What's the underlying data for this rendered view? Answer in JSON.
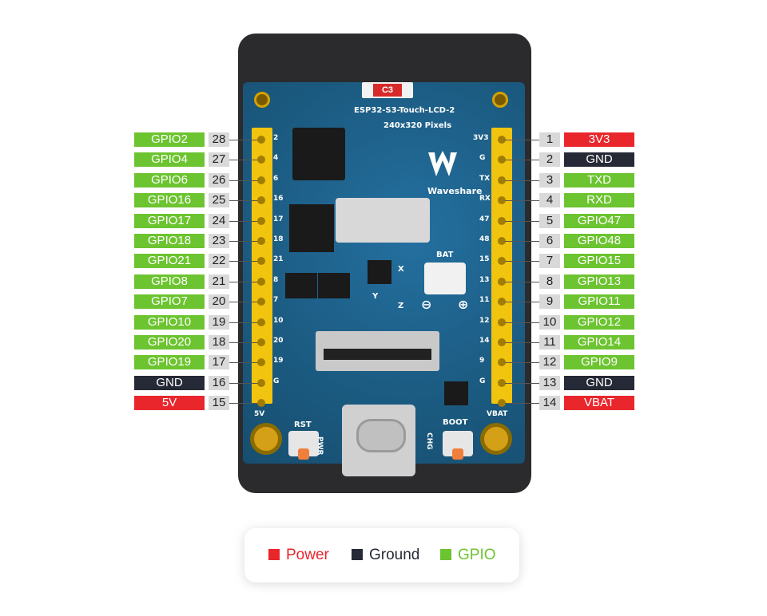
{
  "colors": {
    "power": "#e8262c",
    "ground": "#262a36",
    "gpio": "#6cc430"
  },
  "board_silkscreen": {
    "model": "ESP32-S3-Touch-LCD-2",
    "resolution": "240x320 Pixels",
    "brand": "Waveshare",
    "cap": "C3",
    "bat": "BAT",
    "rst": "RST",
    "pwr": "PWR",
    "chg": "CHG",
    "boot": "BOOT",
    "vbat": "VBAT",
    "v5": "5V",
    "left_pins": [
      "2",
      "4",
      "6",
      "16",
      "17",
      "18",
      "21",
      "8",
      "7",
      "10",
      "20",
      "19",
      "G"
    ],
    "right_pins": [
      "3V3",
      "G",
      "TX",
      "RX",
      "47",
      "48",
      "15",
      "13",
      "11",
      "12",
      "14",
      "9",
      "G"
    ],
    "axis_x": "X",
    "axis_y": "Y",
    "axis_z": "Z",
    "minus": "⊖",
    "plus": "⊕"
  },
  "left_pins": [
    {
      "label": "GPIO2",
      "num": "28",
      "kind": "gpio"
    },
    {
      "label": "GPIO4",
      "num": "27",
      "kind": "gpio"
    },
    {
      "label": "GPIO6",
      "num": "26",
      "kind": "gpio"
    },
    {
      "label": "GPIO16",
      "num": "25",
      "kind": "gpio"
    },
    {
      "label": "GPIO17",
      "num": "24",
      "kind": "gpio"
    },
    {
      "label": "GPIO18",
      "num": "23",
      "kind": "gpio"
    },
    {
      "label": "GPIO21",
      "num": "22",
      "kind": "gpio"
    },
    {
      "label": "GPIO8",
      "num": "21",
      "kind": "gpio"
    },
    {
      "label": "GPIO7",
      "num": "20",
      "kind": "gpio"
    },
    {
      "label": "GPIO10",
      "num": "19",
      "kind": "gpio"
    },
    {
      "label": "GPIO20",
      "num": "18",
      "kind": "gpio"
    },
    {
      "label": "GPIO19",
      "num": "17",
      "kind": "gpio"
    },
    {
      "label": "GND",
      "num": "16",
      "kind": "ground"
    },
    {
      "label": "5V",
      "num": "15",
      "kind": "power"
    }
  ],
  "right_pins": [
    {
      "label": "3V3",
      "num": "1",
      "kind": "power"
    },
    {
      "label": "GND",
      "num": "2",
      "kind": "ground"
    },
    {
      "label": "TXD",
      "num": "3",
      "kind": "gpio"
    },
    {
      "label": "RXD",
      "num": "4",
      "kind": "gpio"
    },
    {
      "label": "GPIO47",
      "num": "5",
      "kind": "gpio"
    },
    {
      "label": "GPIO48",
      "num": "6",
      "kind": "gpio"
    },
    {
      "label": "GPIO15",
      "num": "7",
      "kind": "gpio"
    },
    {
      "label": "GPIO13",
      "num": "8",
      "kind": "gpio"
    },
    {
      "label": "GPIO11",
      "num": "9",
      "kind": "gpio"
    },
    {
      "label": "GPIO12",
      "num": "10",
      "kind": "gpio"
    },
    {
      "label": "GPIO14",
      "num": "11",
      "kind": "gpio"
    },
    {
      "label": "GPIO9",
      "num": "12",
      "kind": "gpio"
    },
    {
      "label": "GND",
      "num": "13",
      "kind": "ground"
    },
    {
      "label": "VBAT",
      "num": "14",
      "kind": "power"
    }
  ],
  "legend": {
    "power": "Power",
    "ground": "Ground",
    "gpio": "GPIO"
  }
}
